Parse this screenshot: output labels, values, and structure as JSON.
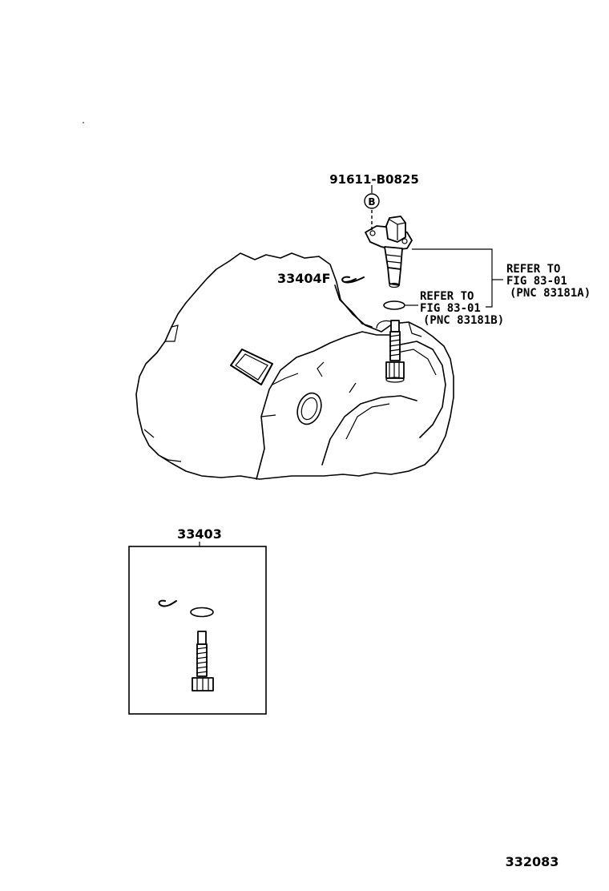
{
  "labels": {
    "bolt_part_no": "91611-B0825",
    "bolt_marker": "B",
    "clip_part_no": "33404F",
    "kit_part_no": "33403",
    "figure_no": "332083"
  },
  "refer_blocks": {
    "sensor": {
      "line1": "REFER TO",
      "line2": "FIG 83-01",
      "line3": "(PNC 83181A)"
    },
    "oring": {
      "line1": "REFER TO",
      "line2": "FIG 83-01",
      "line3": "(PNC 83181B)"
    }
  }
}
